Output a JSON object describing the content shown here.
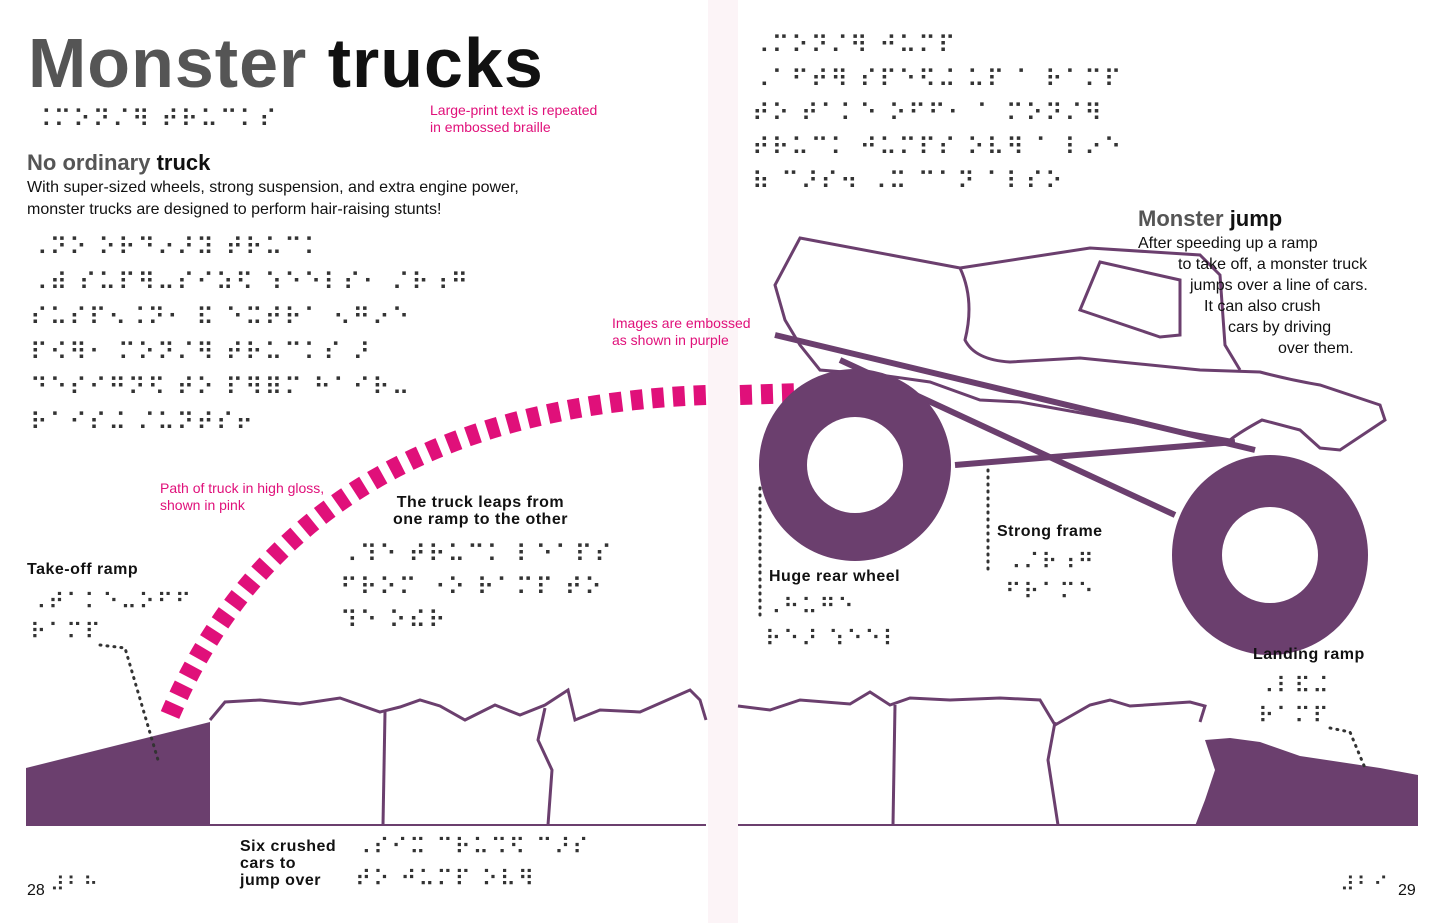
{
  "left_page": {
    "title_part1": "Monster",
    "title_part2": "trucks",
    "note_repeated": [
      "Large-print text is repeated",
      "in embossed braille"
    ],
    "heading_part1": "No ordinary",
    "heading_part2": "truck",
    "intro_lines": [
      "With super-sized wheels, strong suspension, and extra engine power,",
      "monster trucks are designed to perform hair-raising stunts!"
    ],
    "note_embossed": [
      "Images are embossed",
      "as shown in purple"
    ],
    "note_path": [
      "Path of truck in high gloss,",
      "shown in pink"
    ],
    "label_leap": [
      "The truck leaps from",
      "one ramp to the other"
    ],
    "label_takeoff": "Take-off ramp",
    "label_cars": [
      "Six crushed",
      "cars to",
      "jump over"
    ],
    "page_number": "28"
  },
  "right_page": {
    "heading_part1": "Monster",
    "heading_part2": "jump",
    "description_lines": [
      "After speeding up a ramp",
      "to take off, a monster truck",
      "jumps over a line of cars.",
      "It can also crush",
      "cars by driving",
      "over them."
    ],
    "label_rear_wheel": "Huge rear wheel",
    "label_frame": "Strong frame",
    "label_landing": "Landing ramp",
    "page_number": "29"
  },
  "colors": {
    "purple": "#6b3f6e",
    "pink": "#e0107a",
    "gray_text": "#555555",
    "braille_dots": "#333333"
  }
}
